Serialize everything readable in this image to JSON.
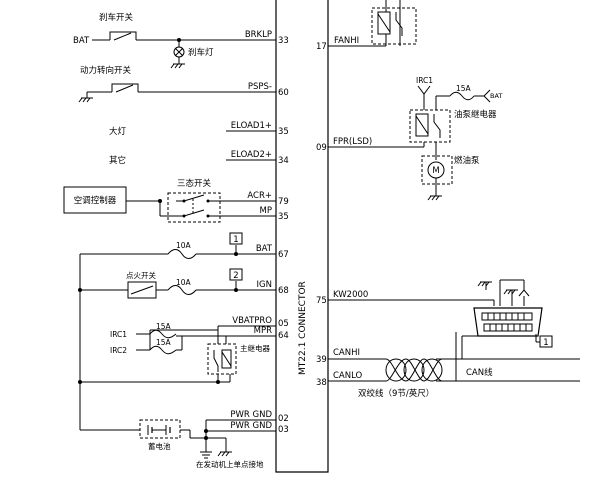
{
  "connector": {
    "label": "MT22.1 CONNECTOR"
  },
  "left_components": {
    "brake_switch": "刹车开关",
    "brake_light": "刹车灯",
    "power_steering_switch": "动力转向开关",
    "headlight": "大灯",
    "others": "其它",
    "tristate_switch": "三态开关",
    "ac_controller": "空调控制器",
    "ignition_switch": "点火开关",
    "main_relay": "主继电器",
    "battery": "蓄电池",
    "single_point_ground": "在发动机上单点接地",
    "bat": "BAT",
    "irc1": "IRC1",
    "irc2": "IRC2",
    "fuse_10a_1": "10A",
    "fuse_10a_2": "10A",
    "fuse_15a_1": "15A",
    "fuse_15a_2": "15A",
    "marker_1": "1",
    "marker_2": "2"
  },
  "left_pins": [
    {
      "label": "BRKLP",
      "num": "33"
    },
    {
      "label": "PSPS-",
      "num": "60"
    },
    {
      "label": "ELOAD1+",
      "num": "35"
    },
    {
      "label": "ELOAD2+",
      "num": "34"
    },
    {
      "label": "ACR+",
      "num": "79"
    },
    {
      "label": "MP",
      "num": "35"
    },
    {
      "label": "BAT",
      "num": "67"
    },
    {
      "label": "IGN",
      "num": "68"
    },
    {
      "label": "VBATPRO",
      "num": "05"
    },
    {
      "label": "MPR",
      "num": "64"
    },
    {
      "label": "PWR GND",
      "num": "02"
    },
    {
      "label": "PWR GND",
      "num": "03"
    }
  ],
  "right_pins": [
    {
      "label": "FANHI",
      "num": "17"
    },
    {
      "label": "FPR(LSD)",
      "num": "09"
    },
    {
      "label": "KW2000",
      "num": "75"
    },
    {
      "label": "CANHI",
      "num": "39"
    },
    {
      "label": "CANLO",
      "num": "38"
    }
  ],
  "right_components": {
    "irc1": "IRC1",
    "fuse_15a": "15A",
    "bat": "BAT",
    "fuel_pump_relay": "油泵继电器",
    "fuel_pump": "燃油泵",
    "motor": "M",
    "can_line": "CAN线",
    "twisted_pair": "双绞线（9节/英尺）",
    "marker_1": "1"
  }
}
